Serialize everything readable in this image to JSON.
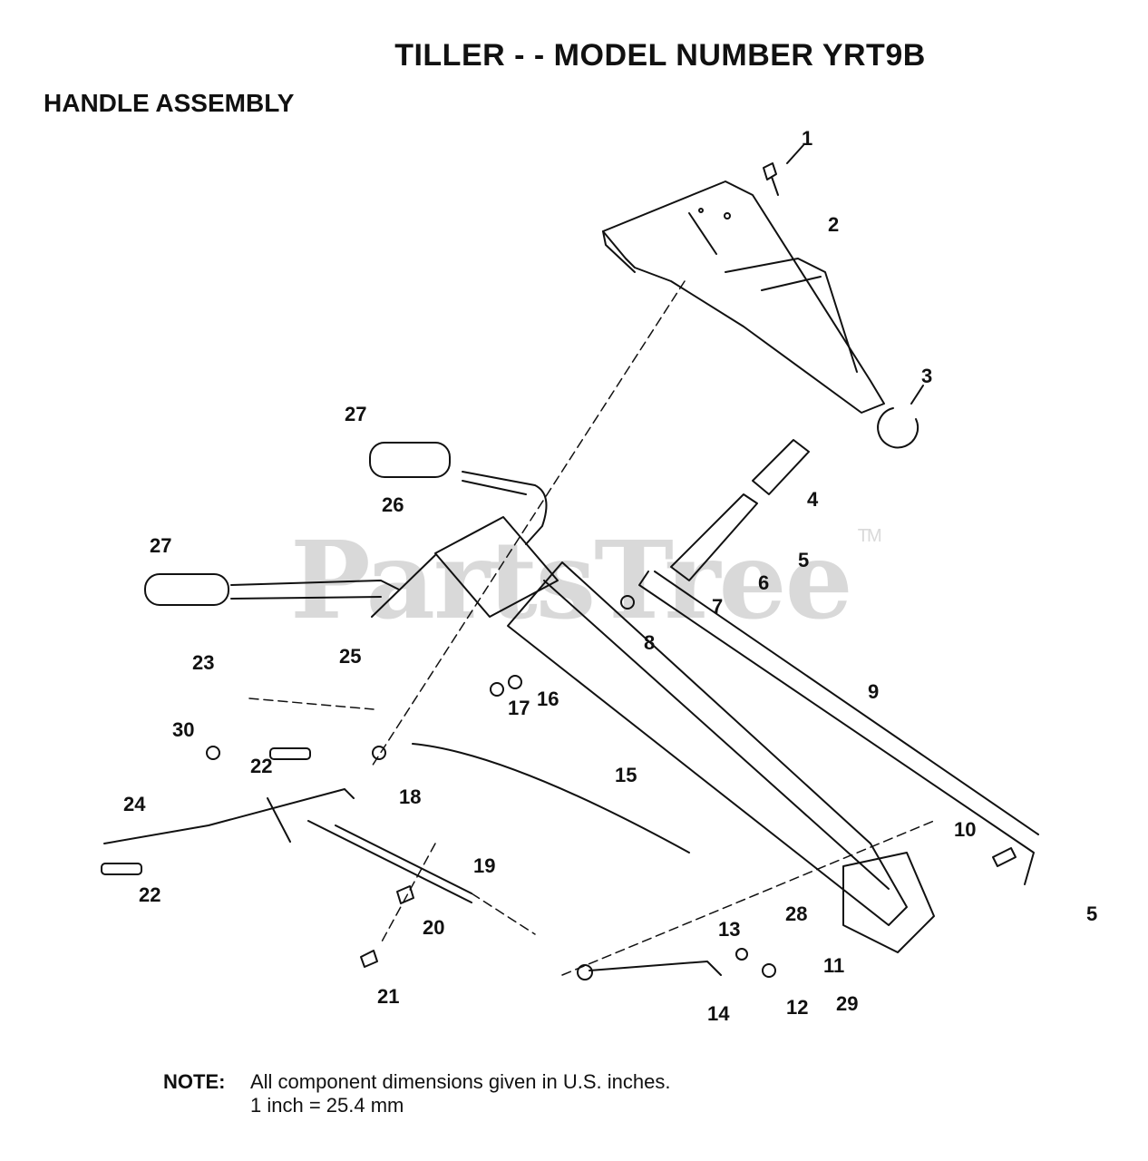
{
  "header": {
    "title": "TILLER - - MODEL NUMBER YRT9B",
    "subtitle": "HANDLE ASSEMBLY"
  },
  "watermark": {
    "text": "PartsTree",
    "tm": "TM"
  },
  "callouts": [
    "1",
    "2",
    "3",
    "4",
    "5",
    "6",
    "7",
    "8",
    "9",
    "10",
    "11",
    "12",
    "13",
    "14",
    "15",
    "16",
    "17",
    "18",
    "19",
    "20",
    "21",
    "22",
    "23",
    "24",
    "25",
    "26",
    "27",
    "27",
    "28",
    "29",
    "30",
    "22",
    "5"
  ],
  "note": {
    "label": "NOTE:",
    "line1": "All component dimensions given in U.S. inches.",
    "line2": "1 inch = 25.4 mm"
  }
}
